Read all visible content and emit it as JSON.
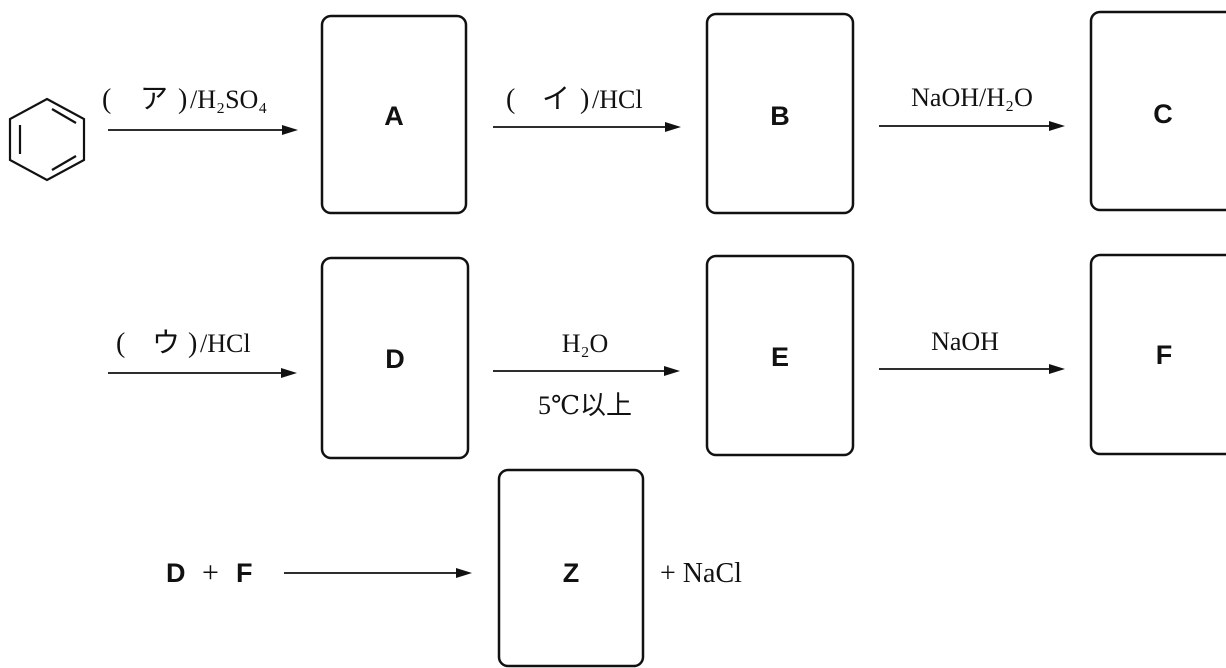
{
  "boxes": {
    "A": "A",
    "B": "B",
    "C": "C",
    "D": "D",
    "E": "E",
    "F": "F",
    "Z": "Z"
  },
  "reagents": {
    "step1_blank": "ア",
    "step1_reagent": "/H₂SO₄",
    "step2_blank": "イ",
    "step2_reagent": "/HCl",
    "step3": "NaOH/H₂O",
    "step4_blank": "ウ",
    "step4_reagent": "/HCl",
    "step5_top": "H₂O",
    "step5_bottom": "5℃以上",
    "step6": "NaOH"
  },
  "coupling": {
    "lhs_D": "D",
    "plus": "+",
    "lhs_F": "F",
    "byproduct": "+ NaCl"
  },
  "start_molecule": "benzene-icon"
}
